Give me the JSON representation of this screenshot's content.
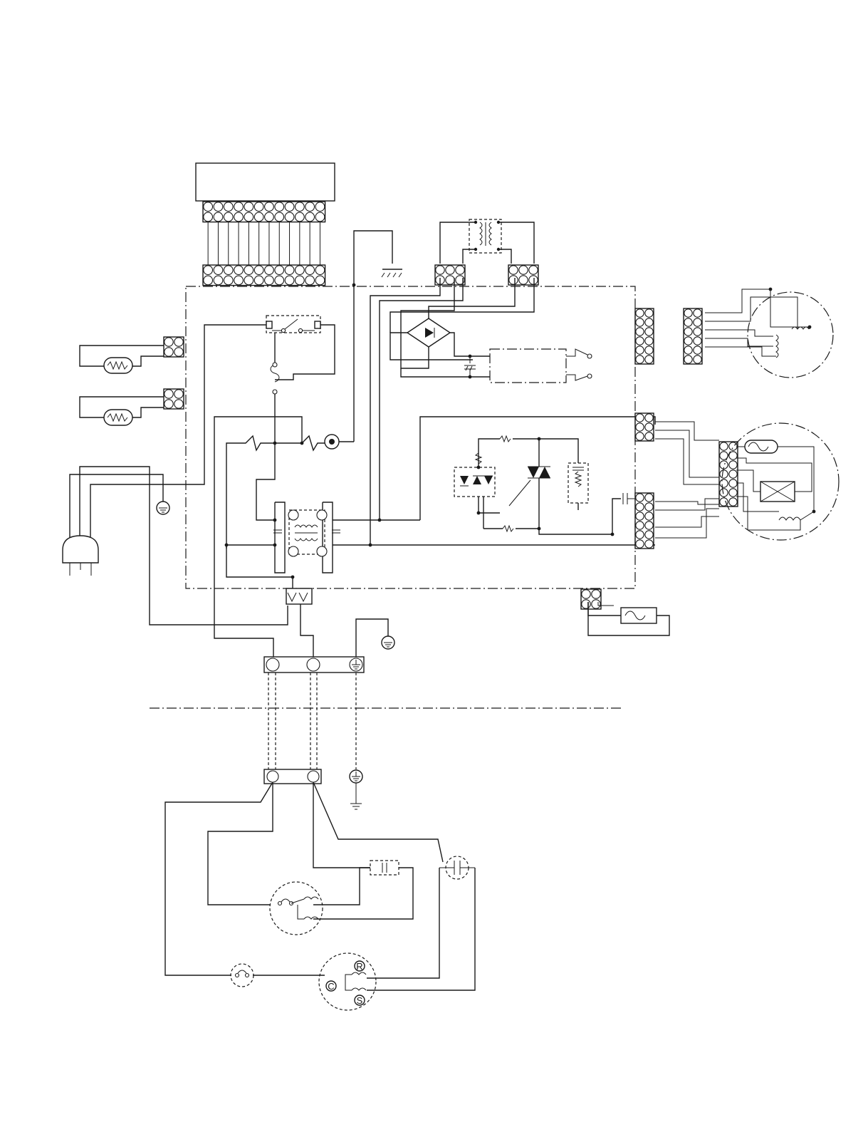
{
  "diagram": {
    "compressor_terminals": {
      "run": "R",
      "common": "C",
      "start": "S"
    }
  }
}
